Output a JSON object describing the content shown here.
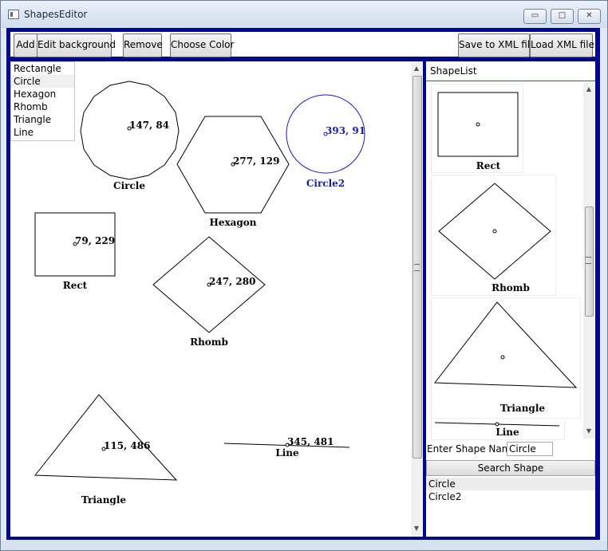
{
  "window": {
    "title": "ShapesEditor",
    "controls": {
      "minimize": "▭",
      "maximize": "□",
      "close": "✕"
    }
  },
  "toolbar": {
    "add": "Add",
    "edit_background": "Edit background",
    "remove": "Remove",
    "choose_color": "Choose Color",
    "save_xml": "Save to XML file",
    "load_xml": "Load XML file"
  },
  "shape_menu": {
    "items": [
      "Rectangle",
      "Circle",
      "Hexagon",
      "Rhomb",
      "Triangle",
      "Line"
    ],
    "selected": "Circle"
  },
  "canvas_shapes": [
    {
      "type": "circle",
      "coord_label": "147, 84",
      "name": "Circle",
      "color": "#000000"
    },
    {
      "type": "hexagon",
      "coord_label": "277, 129",
      "name": "Hexagon",
      "color": "#000000"
    },
    {
      "type": "circle",
      "coord_label": "393, 91",
      "name": "Circle2",
      "color": "#1b1bb1"
    },
    {
      "type": "rect",
      "coord_label": "79, 229",
      "name": "Rect",
      "color": "#000000"
    },
    {
      "type": "rhomb",
      "coord_label": "247, 280",
      "name": "Rhomb",
      "color": "#000000"
    },
    {
      "type": "triangle",
      "coord_label": "115, 486",
      "name": "Triangle",
      "color": "#000000"
    },
    {
      "type": "line",
      "coord_label": "345, 481",
      "name": "Line",
      "color": "#000000"
    }
  ],
  "shape_list": {
    "header": "ShapeList",
    "cards": [
      "Rect",
      "Rhomb",
      "Triangle",
      "Line"
    ]
  },
  "search": {
    "label": "Enter Shape Name:",
    "value": "Circle",
    "button": "Search Shape",
    "results": [
      "Circle",
      "Circle2"
    ],
    "selected_result": "Circle"
  },
  "colors": {
    "frame": "#020a8a",
    "selection": "#1b1bb1",
    "panel": "#ffffff",
    "toolbar_bg": "#f0f0f0"
  }
}
